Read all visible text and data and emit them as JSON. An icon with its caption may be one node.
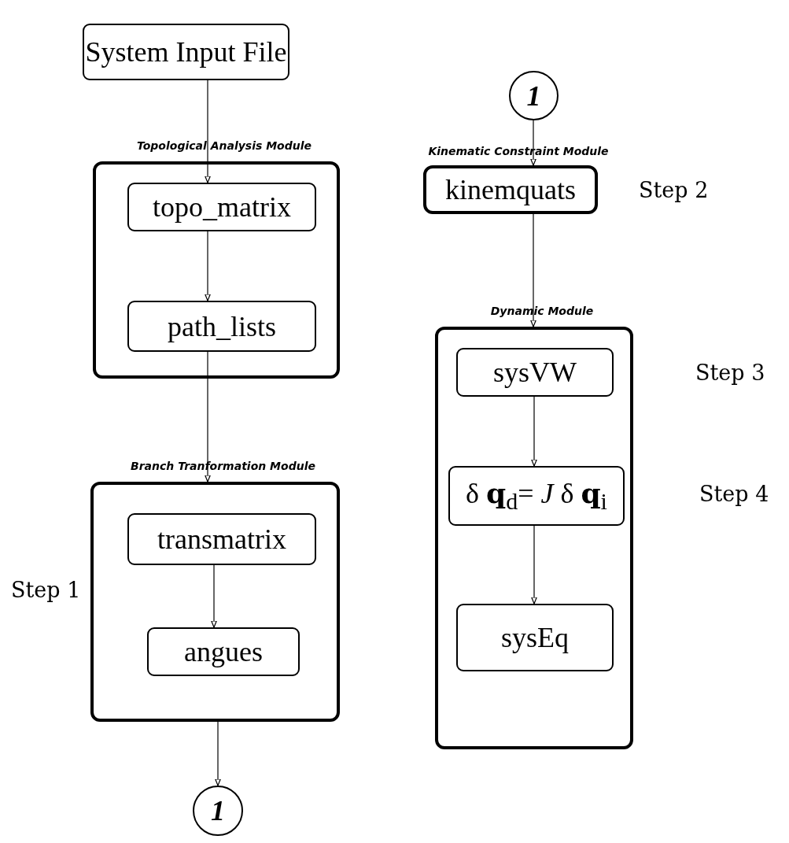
{
  "diagram": {
    "nodes": [
      {
        "text": [
          "System Input File"
        ]
      },
      {
        "text": [
          "Topological Analysis Module"
        ]
      },
      {
        "text": [
          "topo_matrix"
        ],
        "in": 1
      },
      {
        "text": [
          "path_lists"
        ],
        "in": 1
      },
      {
        "text": [
          "Branch Tranformation Module"
        ],
        "beside": [
          "Step 1"
        ]
      },
      {
        "text": [
          "transmatrix"
        ],
        "in": 4
      },
      {
        "text": [
          "angues"
        ],
        "in": 4
      },
      {
        "text": [
          "1"
        ]
      },
      {
        "text": [
          "1"
        ]
      },
      {
        "text": [
          "Kinematic Constraint Module",
          "kinemquats"
        ],
        "beside": [
          "Step 2"
        ]
      },
      {
        "text": [
          "Dynamic Module"
        ]
      },
      {
        "text": [
          "sysVW"
        ],
        "in": 10,
        "beside": [
          "Step 3"
        ]
      },
      {
        "text": [
          "δ **q**$_{d}$= *J* δ **q**$_{i}$"
        ],
        "in": 10,
        "beside": [
          "Step 4"
        ]
      },
      {
        "text": [
          "sysEq"
        ],
        "in": 10
      }
    ],
    "edges": [
      {
        "from": 0,
        "to": 2,
        "arrow": "to"
      },
      {
        "from": 2,
        "to": 3,
        "arrow": "to"
      },
      {
        "from": 3,
        "to": 4,
        "arrow": "to"
      },
      {
        "from": 5,
        "to": 6,
        "arrow": "to"
      },
      {
        "from": 4,
        "to": 7,
        "arrow": "to"
      },
      {
        "from": 8,
        "to": 9,
        "arrow": "to"
      },
      {
        "from": 9,
        "to": 10,
        "arrow": "to"
      },
      {
        "from": 11,
        "to": 12,
        "arrow": "to"
      },
      {
        "from": 12,
        "to": 13,
        "arrow": "to"
      }
    ]
  }
}
